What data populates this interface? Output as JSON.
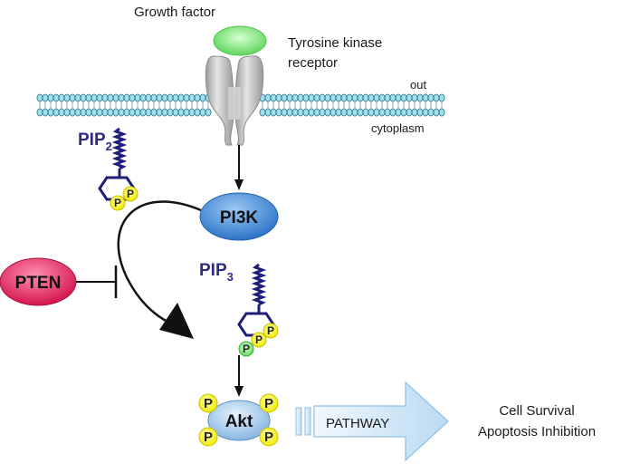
{
  "labels": {
    "growth_factor": "Growth factor",
    "receptor_line1": "Tyrosine kinase",
    "receptor_line2": "receptor",
    "out": "out",
    "cytoplasm": "cytoplasm",
    "outcome_line1": "Cell Survival",
    "outcome_line2": "Apoptosis Inhibition"
  },
  "nodes": {
    "pi3k": "PI3K",
    "pten": "PTEN",
    "akt": "Akt",
    "pathway": "PATHWAY"
  },
  "lipids": {
    "pip2_base": "PIP",
    "pip2_sub": "2",
    "pip3_base": "PIP",
    "pip3_sub": "3"
  },
  "phosphate": "P",
  "colors": {
    "growth_factor": "#7de87a",
    "receptor": "#c9c9c9",
    "membrane": "#7fd3e6",
    "pi3k": "#3a86d8",
    "pten": "#e0205a",
    "akt": "#9ec8ea",
    "phosphate_yellow": "#ffff00",
    "phosphate_green": "#8ce88a",
    "pip_text": "#2b2b8c",
    "pathway_arrow": "#cfe6f7"
  }
}
